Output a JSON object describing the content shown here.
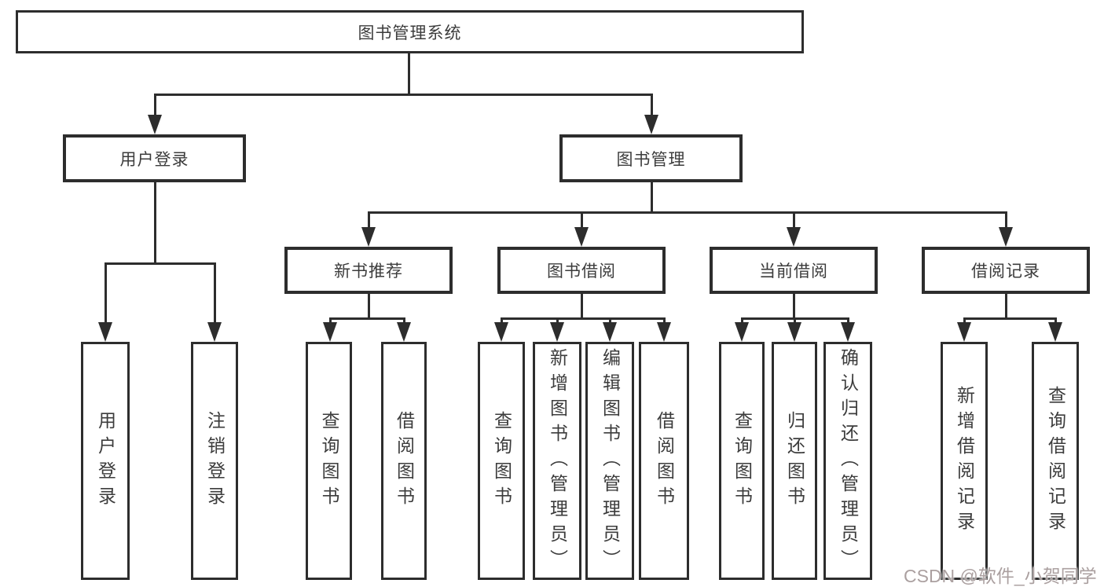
{
  "diagram_title": "图书管理系统",
  "nodes": {
    "root": "图书管理系统",
    "user_login": "用户登录",
    "book_mgmt": "图书管理",
    "new_book_rec": "新书推荐",
    "book_borrow": "图书借阅",
    "current_borrow": "当前借阅",
    "borrow_record": "借阅记录",
    "leaf_user_login": "用户登录",
    "leaf_logout": "注销登录",
    "leaf_nbr_query": "查询图书",
    "leaf_nbr_borrow": "借阅图书",
    "leaf_bb_query": "查询图书",
    "leaf_bb_add": "新增图书（管理员）",
    "leaf_bb_edit": "编辑图书（管理员）",
    "leaf_bb_borrow": "借阅图书",
    "leaf_cb_query": "查询图书",
    "leaf_cb_return": "归还图书",
    "leaf_cb_confirm": "确认归还（管理员）",
    "leaf_br_add": "新增借阅记录",
    "leaf_br_query": "查询借阅记录"
  },
  "watermark": "CSDN @软件_小贺同学",
  "colors": {
    "line": "#2d2d2d",
    "text": "#3c3c3c",
    "background": "#ffffff",
    "watermark": "#aba0a0"
  }
}
